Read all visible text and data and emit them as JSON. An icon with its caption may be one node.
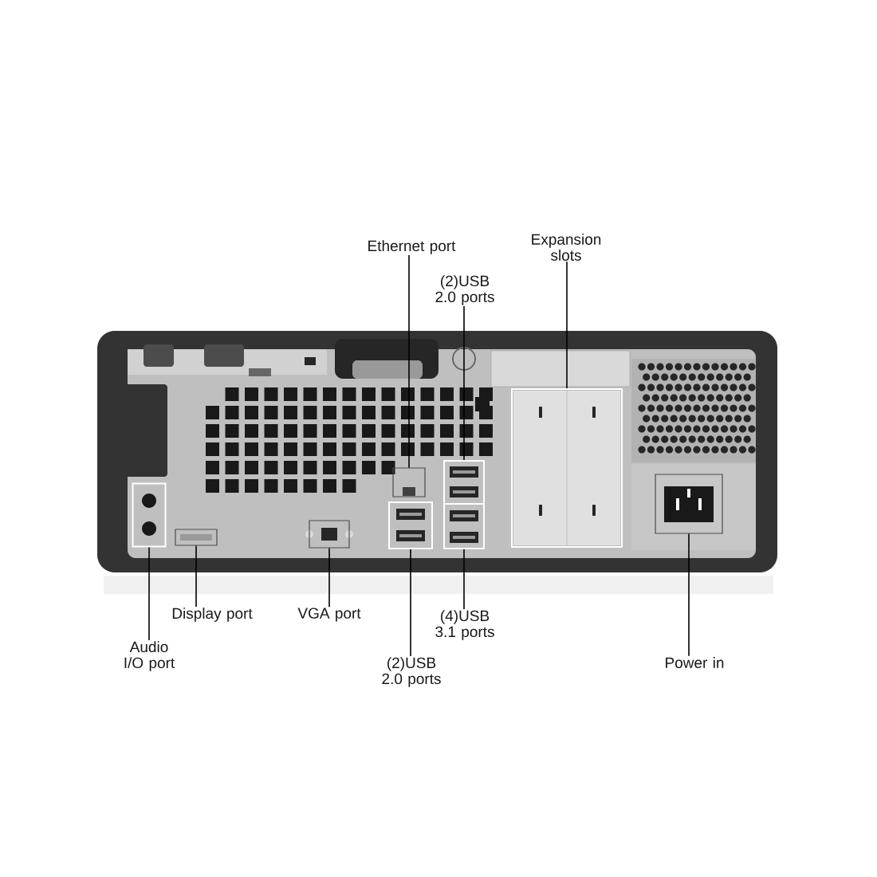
{
  "diagram": {
    "nodes": [
      {
        "text": [
          "Ethernet port"
        ]
      },
      {
        "text": [
          "Expansion slots"
        ]
      },
      {
        "text": [
          "(2)USB 2.0 ports"
        ]
      },
      {
        "text": [
          "Audio I/O port"
        ]
      },
      {
        "text": [
          "Display port"
        ]
      },
      {
        "text": [
          "VGA port"
        ]
      },
      {
        "text": [
          "(2)USB 2.0 ports"
        ]
      },
      {
        "text": [
          "(4)USB 3.1 ports"
        ]
      },
      {
        "text": [
          "Power in"
        ]
      },
      {
        "text": [],
        "shape": "picture"
      },
      {
        "text": [],
        "shape": "box"
      },
      {
        "text": [],
        "shape": "box"
      },
      {
        "text": [],
        "shape": "box"
      },
      {
        "text": [],
        "shape": "picture"
      },
      {
        "text": [],
        "shape": "picture"
      },
      {
        "text": [],
        "shape": "box"
      },
      {
        "text": [],
        "shape": "box"
      },
      {
        "text": [],
        "shape": "picture"
      }
    ],
    "edges": [
      {
        "from": 0,
        "to": 9,
        "arrow": "none"
      },
      {
        "from": 1,
        "to": 10,
        "arrow": "none"
      },
      {
        "from": 2,
        "to": 11,
        "arrow": "none"
      },
      {
        "from": 3,
        "to": 12,
        "arrow": "none"
      },
      {
        "from": 4,
        "to": 13,
        "arrow": "none"
      },
      {
        "from": 5,
        "to": 14,
        "arrow": "none"
      },
      {
        "from": 6,
        "to": 15,
        "arrow": "none"
      },
      {
        "from": 7,
        "to": 16,
        "arrow": "none"
      },
      {
        "from": 8,
        "to": 17,
        "arrow": "none"
      }
    ]
  }
}
